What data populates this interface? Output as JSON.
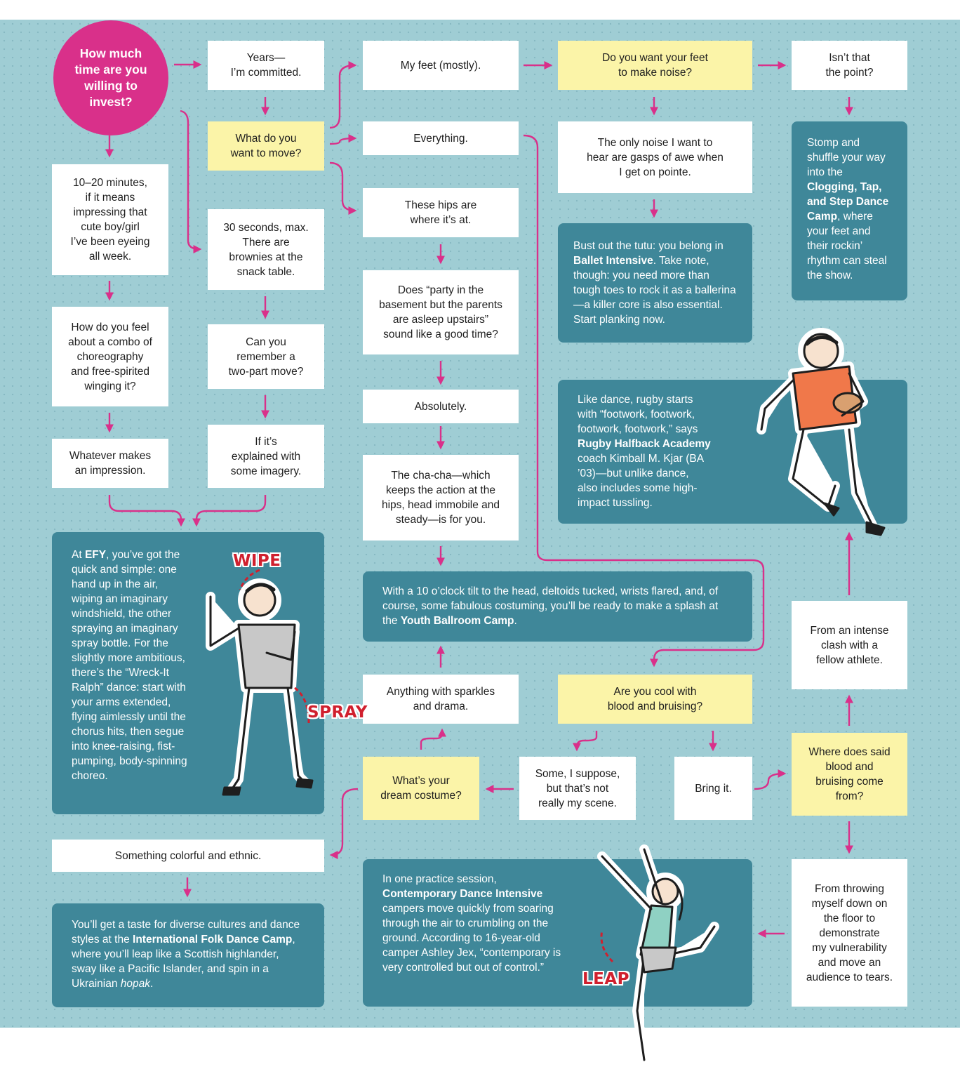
{
  "start": {
    "text": "How much\ntime are you\nwilling to\ninvest?"
  },
  "nodes": {
    "years": "Years—\nI’m committed.",
    "what_move": "What do you\nwant to move?",
    "feet": "My feet (mostly).",
    "everything": "Everything.",
    "hips": "These hips are\nwhere it’s at.",
    "party": "Does “party in the\nbasement but the parents\nare asleep upstairs”\nsound like a good time?",
    "absolutely": "Absolutely.",
    "chacha": "The cha-cha—which\nkeeps the action at the\nhips, head immobile and\nsteady—is for you.",
    "noise_q": "Do you want your feet\nto make noise?",
    "point": "Isn’t that\nthe point?",
    "gasps": "The only noise I want to\nhear are gasps of awe when\nI get on pointe.",
    "ten_twenty": "10–20 minutes,\nif it means\nimpressing that\ncute boy/girl\nI’ve been eyeing\nall week.",
    "thirty_sec": "30 seconds, max.\nThere are\nbrownies at the\nsnack table.",
    "combo": "How do you feel\nabout a combo of\nchoreography\nand free-spirited\nwinging it?",
    "two_part": "Can you\nremember a\ntwo-part move?",
    "whatever": "Whatever makes\nan impression.",
    "imagery": "If it’s\nexplained with\nsome imagery.",
    "sparkles": "Anything with sparkles\nand drama.",
    "blood_q": "Are you cool  with\nblood and bruising?",
    "costume_q": "What’s your\ndream costume?",
    "suppose": "Some, I suppose,\nbut that’s not\nreally my scene.",
    "bring_it": "Bring it.",
    "where_blood": "Where does said\nblood and\nbruising come\nfrom?",
    "clash": "From an intense\nclash with a\nfellow athlete.",
    "colorful": "Something colorful and ethnic.",
    "throwing": "From throwing\nmyself down on\nthe floor to\ndemonstrate\nmy vulnerability\nand move an\naudience to tears."
  },
  "results": {
    "ballet": {
      "pre": "Bust out the tutu: you belong in ",
      "bold": "Ballet Intensive",
      "post": ". Take note, though: you need more than tough toes to rock it as a ballerina—a killer core is also essential. Start planking now."
    },
    "clogging": {
      "pre": "Stomp and shuffle your way into the ",
      "bold": "Clogging, Tap, and Step Dance Camp",
      "post": ", where your feet and their rockin’ rhythm can steal the show."
    },
    "rugby": {
      "pre": "Like dance, rugby starts with “footwork, footwork, footwork, footwork,” says ",
      "bold": "Rugby Halfback Academy",
      "post": " coach Kimball M. Kjar (BA ’03)—but unlike dance, also includes some high-impact tussling."
    },
    "efy": {
      "pre": "At ",
      "bold": "EFY",
      "post": ", you’ve got the quick and simple: one hand up in the air, wiping an imaginary windshield, the other spraying an imaginary spray bottle. For the slightly more ambitious, there’s the “Wreck-It Ralph” dance: start with your arms extended, flying aimlessly until the chorus hits, then segue into knee-raising, fist-pumping, body-spinning choreo."
    },
    "ballroom": {
      "pre": "With a 10 o’clock tilt to the head, deltoids tucked, wrists flared, and, of course, some fabulous costuming, you’ll be ready to make a splash at the ",
      "bold": "Youth Ballroom Camp",
      "post": "."
    },
    "folk": {
      "pre": "You’ll get a taste for diverse cultures and dance styles at the ",
      "bold": "International Folk Dance Camp",
      "post": ", where you’ll leap like a Scottish highlander, sway like a Pacific Islander, and spin in a Ukrainian ",
      "italic": "hopak",
      "post2": "."
    },
    "contemporary": {
      "pre": "In one practice session, ",
      "bold": "Contemporary Dance Intensive",
      "post": " campers move quickly from soaring through the air to crumbling on the ground. According to 16-year-old camper Ashley Jex, “contemporary is very controlled but out of control.”"
    }
  },
  "labels": {
    "wipe": "WIPE",
    "spray": "SPRAY",
    "leap": "LEAP"
  },
  "colors": {
    "background": "#9fcdd4",
    "result": "#3f8799",
    "question": "#fbf4a8",
    "arrow": "#d9308a",
    "start": "#d9308a",
    "label": "#d0202e"
  }
}
